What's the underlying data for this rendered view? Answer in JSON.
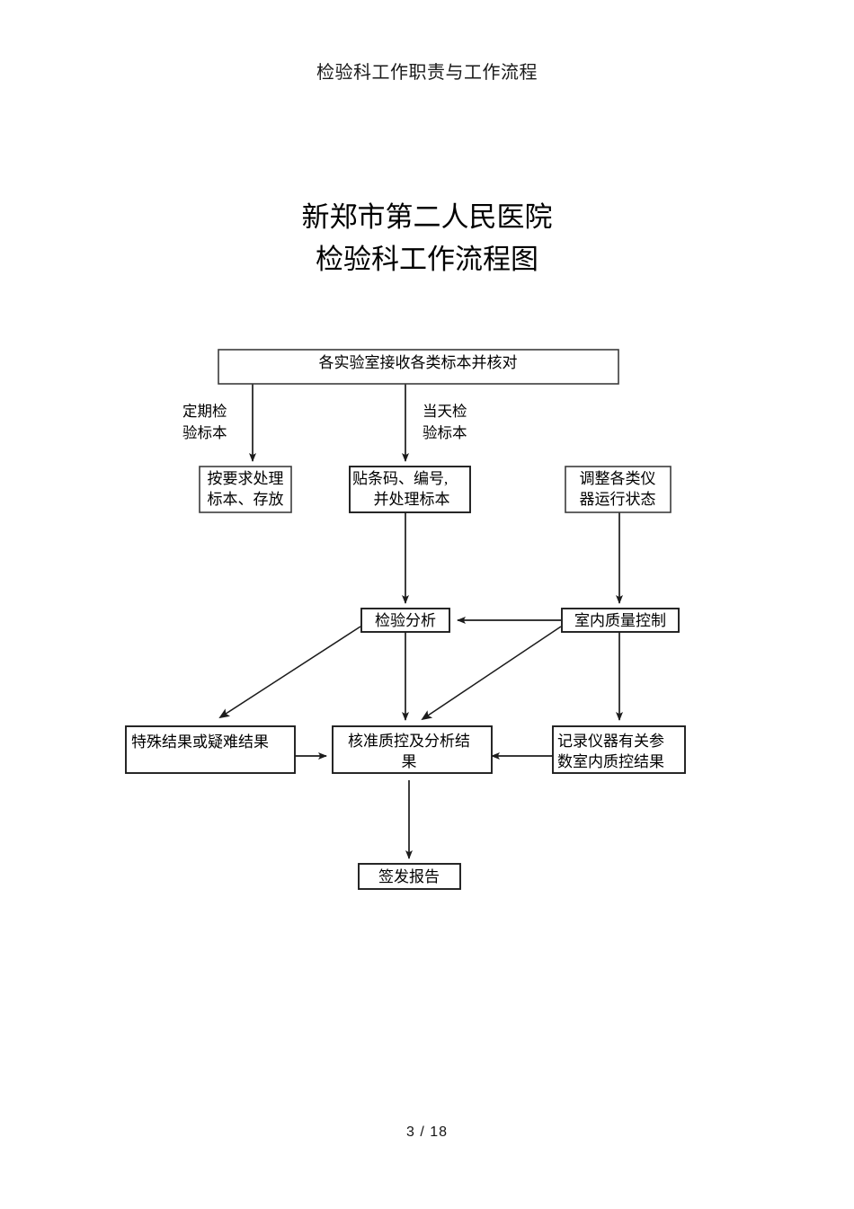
{
  "document": {
    "running_header": "检验科工作职责与工作流程",
    "title_line1": "新郑市第二人民医院",
    "title_line2": "检验科工作流程图",
    "page_footer": "3 / 18"
  },
  "chart_data": {
    "type": "diagram",
    "diagram_kind": "flowchart",
    "title": "新郑市第二人民医院检验科工作流程图",
    "orientation": "top-to-bottom",
    "nodes": [
      {
        "id": "n1",
        "label": "各实验室接收各类标本并核对",
        "shape": "rect",
        "lines": [
          "各实验室接收各类标本并核对"
        ]
      },
      {
        "id": "n2",
        "label": "按要求处理标本、存放",
        "shape": "rect",
        "lines": [
          "按要求处理",
          "标本、存放"
        ]
      },
      {
        "id": "n3",
        "label": "贴条码、编号,并处理标本",
        "shape": "rect",
        "lines": [
          "贴条码、编号,",
          "并处理标本"
        ]
      },
      {
        "id": "n4",
        "label": "调整各类仪器运行状态",
        "shape": "rect",
        "lines": [
          "调整各类仪",
          "器运行状态"
        ]
      },
      {
        "id": "n5",
        "label": "检验分析",
        "shape": "rect",
        "lines": [
          "检验分析"
        ]
      },
      {
        "id": "n6",
        "label": "室内质量控制",
        "shape": "rect",
        "lines": [
          "室内质量控制"
        ]
      },
      {
        "id": "n7",
        "label": "特殊结果或疑难结果",
        "shape": "rect",
        "lines": [
          "特殊结果或疑难结果"
        ]
      },
      {
        "id": "n8",
        "label": "核准质控及分析结果",
        "shape": "rect",
        "lines": [
          "核准质控及分析结",
          "果"
        ]
      },
      {
        "id": "n9",
        "label": "记录仪器有关参数室内质控结果",
        "shape": "rect",
        "lines": [
          "记录仪器有关参",
          "数室内质控结果"
        ]
      },
      {
        "id": "n10",
        "label": "签发报告",
        "shape": "rect",
        "lines": [
          "签发报告"
        ]
      }
    ],
    "edges": [
      {
        "from": "n1",
        "to": "n2",
        "label_lines": [
          "定期检",
          "验标本"
        ],
        "arrow": "end"
      },
      {
        "from": "n1",
        "to": "n3",
        "label_lines": [
          "当天检",
          "验标本"
        ],
        "arrow": "end"
      },
      {
        "from": "n3",
        "to": "n5",
        "label_lines": [],
        "arrow": "end"
      },
      {
        "from": "n4",
        "to": "n6",
        "label_lines": [],
        "arrow": "end"
      },
      {
        "from": "n6",
        "to": "n5",
        "label_lines": [],
        "arrow": "end"
      },
      {
        "from": "n5",
        "to": "n7",
        "label_lines": [],
        "arrow": "end"
      },
      {
        "from": "n5",
        "to": "n8",
        "label_lines": [],
        "arrow": "end"
      },
      {
        "from": "n6",
        "to": "n8",
        "label_lines": [],
        "arrow": "end"
      },
      {
        "from": "n7",
        "to": "n8",
        "label_lines": [],
        "arrow": "end"
      },
      {
        "from": "n6",
        "to": "n9",
        "label_lines": [],
        "arrow": "end"
      },
      {
        "from": "n9",
        "to": "n8",
        "label_lines": [],
        "arrow": "end"
      },
      {
        "from": "n8",
        "to": "n10",
        "label_lines": [],
        "arrow": "end"
      }
    ],
    "colors": {
      "box_stroke": "#3c3c3c",
      "line": "#1c1c1c",
      "text": "#000000",
      "background": "#ffffff"
    }
  },
  "flow_labels": {
    "n1_l1": "各实验室接收各类标本并核对",
    "n2_l1": "按要求处理",
    "n2_l2": "标本、存放",
    "n3_l1": "贴条码、编号,",
    "n3_l2": "并处理标本",
    "n4_l1": "调整各类仪",
    "n4_l2": "器运行状态",
    "n5_l1": "检验分析",
    "n6_l1": "室内质量控制",
    "n7_l1": "特殊结果或疑难结果",
    "n8_l1": "核准质控及分析结",
    "n8_l2": "果",
    "n9_l1": "记录仪器有关参",
    "n9_l2": "数室内质控结果",
    "n10_l1": "签发报告",
    "e1_l1": "定期检",
    "e1_l2": "验标本",
    "e2_l1": "当天检",
    "e2_l2": "验标本"
  }
}
